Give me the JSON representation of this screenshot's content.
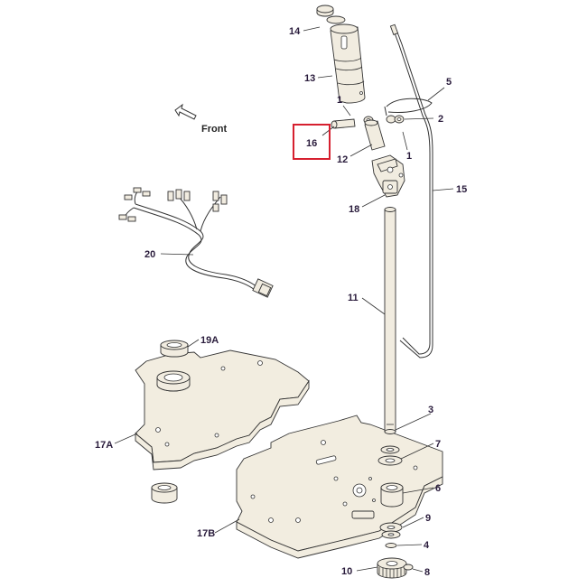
{
  "front_label": "Front",
  "highlight_color": "#d6202f",
  "label_color": "#2a1c3c",
  "callouts": [
    {
      "id": "c14",
      "text": "14"
    },
    {
      "id": "c13",
      "text": "13"
    },
    {
      "id": "c1a",
      "text": "1"
    },
    {
      "id": "c16",
      "text": "16"
    },
    {
      "id": "c12",
      "text": "12"
    },
    {
      "id": "c2",
      "text": "2"
    },
    {
      "id": "c1b",
      "text": "1"
    },
    {
      "id": "c5",
      "text": "5"
    },
    {
      "id": "c15",
      "text": "15"
    },
    {
      "id": "c18",
      "text": "18"
    },
    {
      "id": "c20",
      "text": "20"
    },
    {
      "id": "c11",
      "text": "11"
    },
    {
      "id": "c19a",
      "text": "19A"
    },
    {
      "id": "c17a",
      "text": "17A"
    },
    {
      "id": "c3",
      "text": "3"
    },
    {
      "id": "c7",
      "text": "7"
    },
    {
      "id": "c6",
      "text": "6"
    },
    {
      "id": "c17b",
      "text": "17B"
    },
    {
      "id": "c9",
      "text": "9"
    },
    {
      "id": "c4",
      "text": "4"
    },
    {
      "id": "c10",
      "text": "10"
    },
    {
      "id": "c8",
      "text": "8"
    }
  ]
}
